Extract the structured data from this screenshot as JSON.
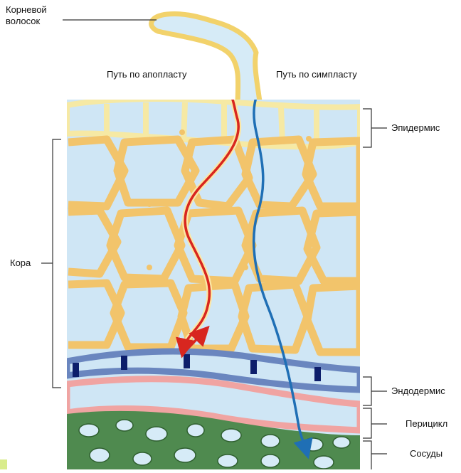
{
  "labels": {
    "root_hair_line1": "Корневой",
    "root_hair_line2": "волосок",
    "apoplast_path": "Путь по апопласту",
    "symplast_path": "Путь по симпласту",
    "epidermis": "Эпидермис",
    "cortex": "Кора",
    "endodermis": "Эндодермис",
    "pericycle": "Перицикл",
    "vessels": "Сосуды"
  },
  "colors": {
    "cell_fill": "#cfe6f5",
    "cell_wall": "#f2c46b",
    "cell_wall_dark": "#7a6a30",
    "epidermis_wall": "#f6e9a4",
    "endodermis": "#6a86bf",
    "casparian_strip": "#0d1e6b",
    "pericycle": "#f0a4a2",
    "vessel_tissue": "#4f8a4f",
    "apoplast_arrow": "#d8261f",
    "symplast_arrow": "#1f6fb5"
  }
}
